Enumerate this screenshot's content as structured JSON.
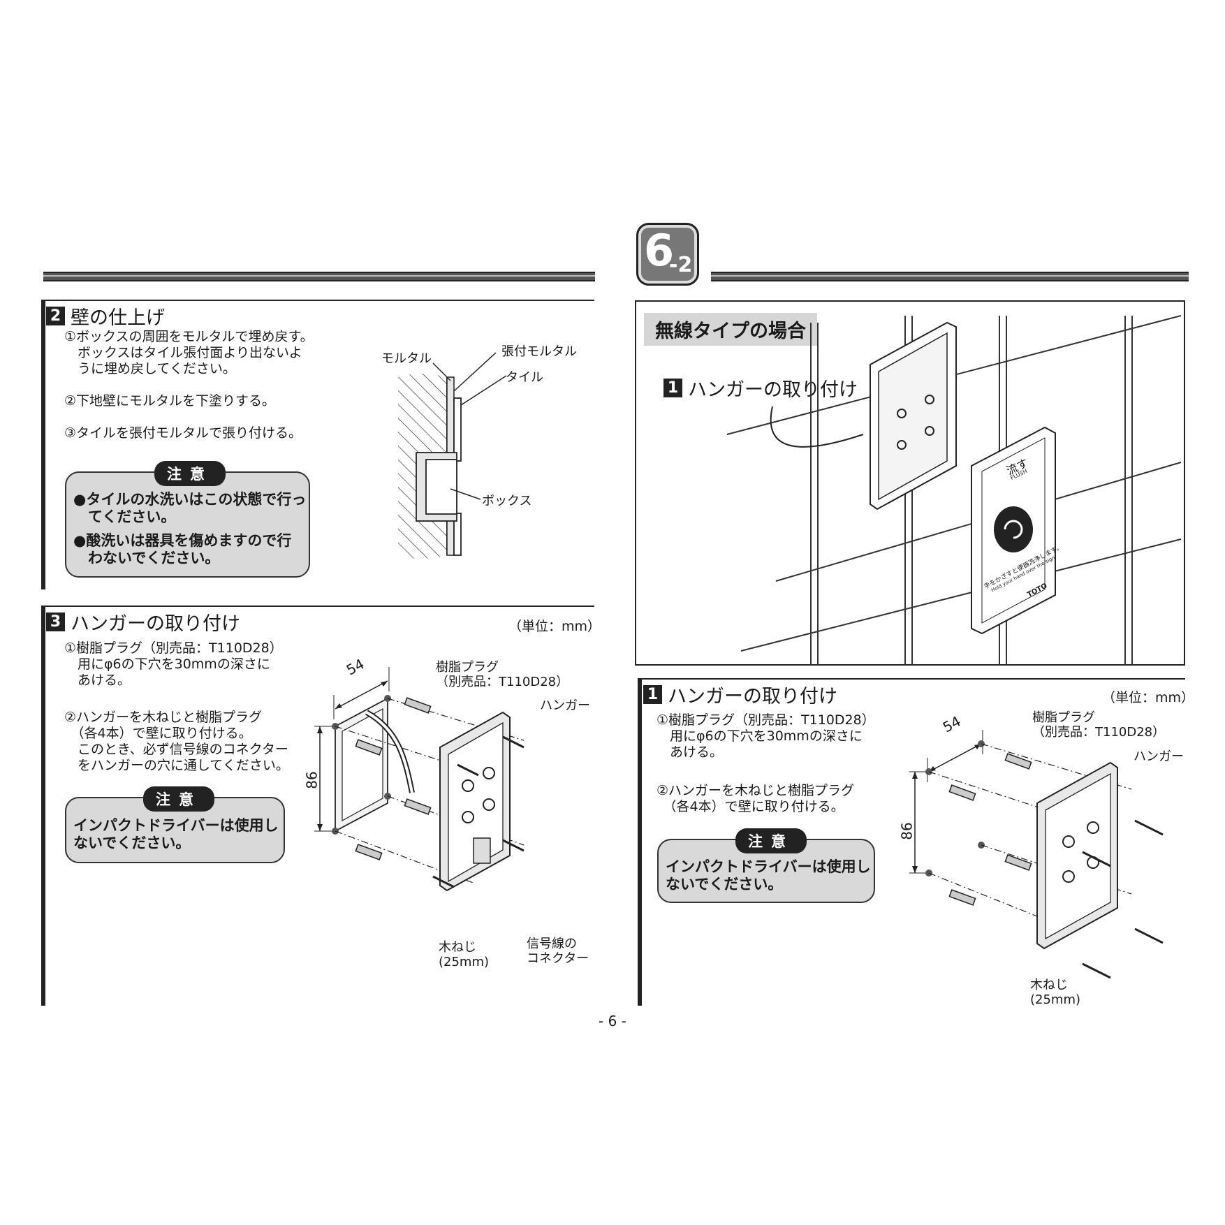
{
  "chapter": {
    "main": "6",
    "sub": "-2"
  },
  "left": {
    "section2": {
      "number": "2",
      "title": "壁の仕上げ",
      "steps": [
        "①ボックスの周囲をモルタルで埋め戻す。\n　ボックスはタイル張付面より出ないよ\n　うに埋め戻してください。",
        "②下地壁にモルタルを下塗りする。",
        "③タイルを張付モルタルで張り付ける。"
      ],
      "caution": {
        "label": "注意",
        "items": [
          "●タイルの水洗いはこの状態で行っ\n　てください。",
          "●酸洗いは器具を傷めますので行\n　わないでください。"
        ]
      },
      "diagram_labels": {
        "mortar": "モルタル",
        "bonding_mortar": "張付モルタル",
        "tile": "タイル",
        "box": "ボックス"
      }
    },
    "section3": {
      "number": "3",
      "title": "ハンガーの取り付け",
      "unit": "（単位：mm）",
      "steps": [
        "①樹脂プラグ（別売品：T110D28）\n　用にφ6の下穴を30mmの深さに\n　あける。",
        "②ハンガーを木ねじと樹脂プラグ\n　（各4本）で壁に取り付ける。\n　このとき、必ず信号線のコネクター\n　をハンガーの穴に通してください。"
      ],
      "caution": {
        "label": "注意",
        "text": "インパクトドライバーは使用し\nないでください。"
      },
      "diagram_labels": {
        "width": "54",
        "height": "86",
        "plug": "樹脂プラグ\n（別売品：T110D28）",
        "hanger": "ハンガー",
        "screw": "木ねじ\n(25mm)",
        "connector": "信号線の\nコネクター"
      }
    }
  },
  "right": {
    "wireless_title": "無線タイプの場合",
    "illustration_callout": {
      "number": "1",
      "text": "ハンガーの取り付け"
    },
    "panel": {
      "label_jp": "流す",
      "label_en": "FLUSH",
      "instruction_jp": "手をかざすと便器洗浄します。",
      "instruction_en": "Hold your hand over the sign",
      "brand": "TOTO"
    },
    "section1": {
      "number": "1",
      "title": "ハンガーの取り付け",
      "unit": "（単位：mm）",
      "steps": [
        "①樹脂プラグ（別売品：T110D28）\n　用にφ6の下穴を30mmの深さに\n　あける。",
        "②ハンガーを木ねじと樹脂プラグ\n　（各4本）で壁に取り付ける。"
      ],
      "caution": {
        "label": "注意",
        "text": "インパクトドライバーは使用し\nないでください。"
      },
      "diagram_labels": {
        "width": "54",
        "height": "86",
        "plug": "樹脂プラグ\n（別売品：T110D28）",
        "hanger": "ハンガー",
        "screw": "木ねじ\n(25mm)"
      }
    }
  },
  "page_number": "- 6 -"
}
